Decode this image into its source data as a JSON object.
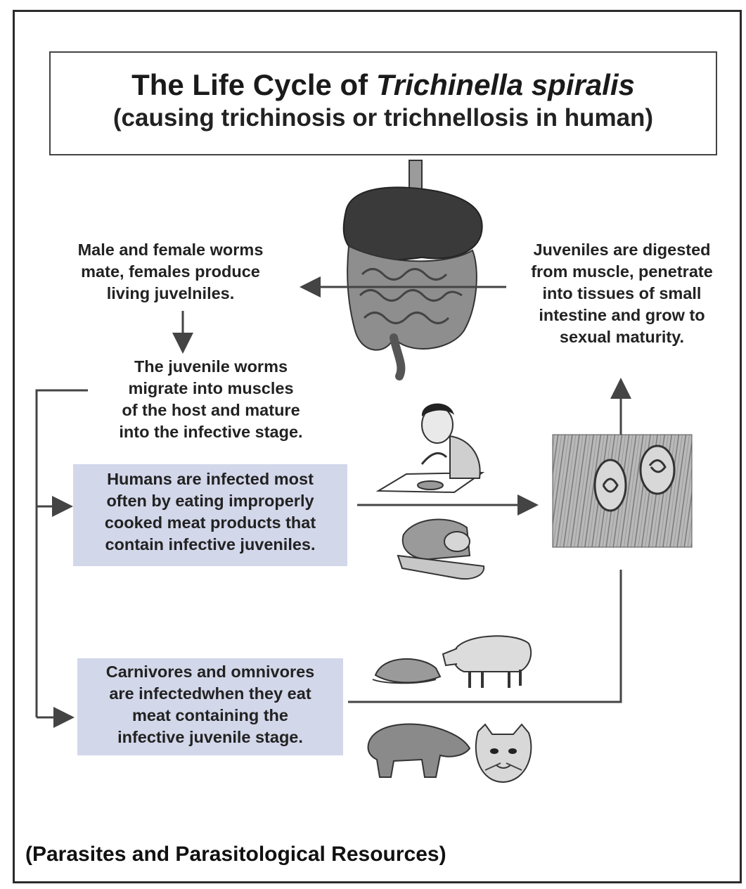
{
  "title": {
    "main_prefix": "The Life Cycle of ",
    "main_species": "Trichinella spiralis",
    "subtitle": "(causing trichinosis or trichnellosis in human)"
  },
  "steps": {
    "mate": [
      "Male and female worms",
      "mate, females produce",
      "living juvelniles."
    ],
    "migrate": [
      "The juvenile worms",
      "migrate into muscles",
      "of the host and mature",
      "into the infective stage."
    ],
    "humans": [
      "Humans are infected most",
      "often by eating improperly",
      "cooked meat products that",
      "contain infective juveniles."
    ],
    "carnivores": [
      "Carnivores and omnivores",
      "are infectedwhen they eat",
      "meat containing the",
      "infective juvenile stage."
    ],
    "digested": [
      "Juveniles are digested",
      "from muscle, penetrate",
      "into tissues of small",
      "intestine and grow to",
      "sexual maturity."
    ]
  },
  "footer": "(Parasites and Parasitological Resources)",
  "icons": [
    "digestive-system-icon",
    "man-eating-icon",
    "ham-icon",
    "muscle-tissue-icon",
    "rat-icon",
    "pig-icon",
    "bear-icon",
    "cat-icon"
  ],
  "colors": {
    "highlight": "#d3d7ea",
    "ink": "#222222"
  }
}
